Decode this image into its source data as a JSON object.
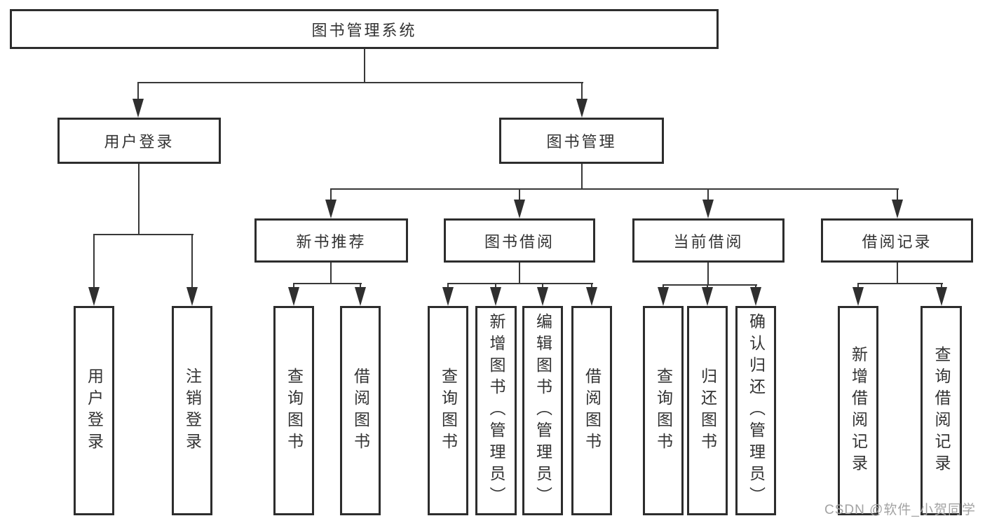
{
  "diagram": {
    "type": "hierarchy-tree",
    "root": {
      "label": "图书管理系统",
      "children": [
        {
          "label": "用户登录",
          "children": [
            {
              "label": "用户登录"
            },
            {
              "label": "注销登录"
            }
          ]
        },
        {
          "label": "图书管理",
          "children": [
            {
              "label": "新书推荐",
              "children": [
                {
                  "label": "查询图书"
                },
                {
                  "label": "借阅图书"
                }
              ]
            },
            {
              "label": "图书借阅",
              "children": [
                {
                  "label": "查询图书"
                },
                {
                  "label": "新增图书（管理员）"
                },
                {
                  "label": "编辑图书（管理员）"
                },
                {
                  "label": "借阅图书"
                }
              ]
            },
            {
              "label": "当前借阅",
              "children": [
                {
                  "label": "查询图书"
                },
                {
                  "label": "归还图书"
                },
                {
                  "label": "确认归还（管理员）"
                }
              ]
            },
            {
              "label": "借阅记录",
              "children": [
                {
                  "label": "新增借阅记录"
                },
                {
                  "label": "查询借阅记录"
                }
              ]
            }
          ]
        }
      ]
    },
    "colors": {
      "line": "#383838",
      "box_border": "#2d2d2d",
      "text": "#333333",
      "background": "#ffffff",
      "watermark": "#a3a3a3"
    }
  },
  "watermark": {
    "text": "CSDN @软件_小贺同学"
  }
}
